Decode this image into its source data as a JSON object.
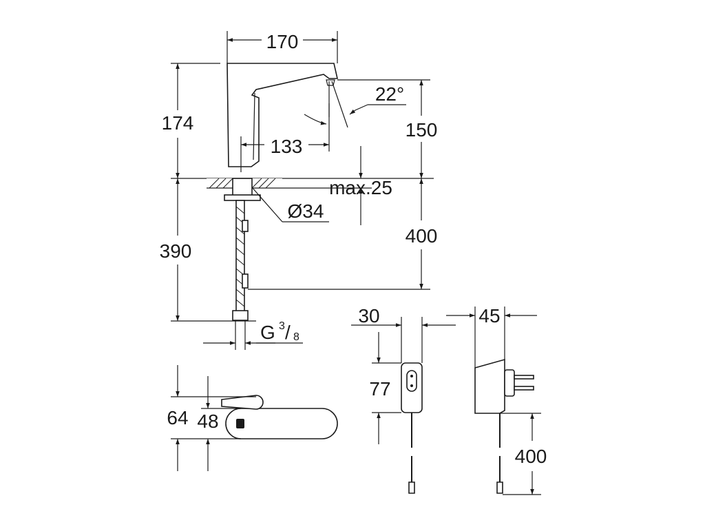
{
  "drawing": {
    "dimensions": {
      "spout_length": "170",
      "spout_height": "174",
      "outlet_height": "150",
      "reach": "133",
      "angle": "22°",
      "deck_thickness": "max.25",
      "bore_diameter": "Ø34",
      "supply_length": "390",
      "cable_length_top": "400",
      "thread_prefix": "G",
      "thread_num": "3",
      "thread_den": "8",
      "psu_width": "30",
      "psu_height": "77",
      "plug_depth": "45",
      "cable_length_psu": "400",
      "plan_overall": "64",
      "plan_body": "48"
    }
  }
}
